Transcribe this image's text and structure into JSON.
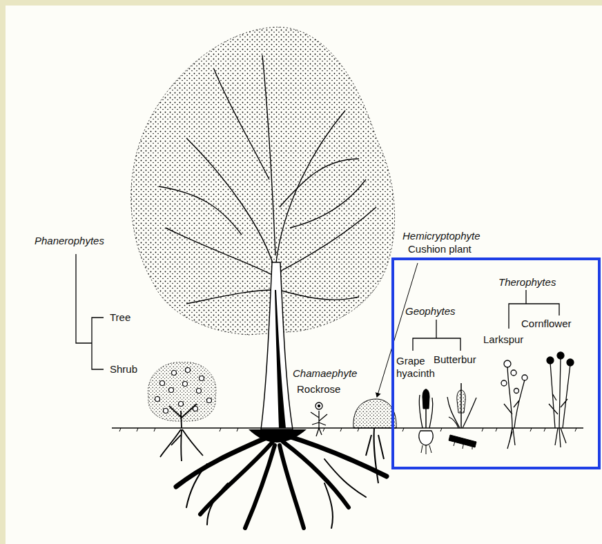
{
  "diagram": {
    "nodes": [
      {
        "text": [
          "Therophytes",
          "Geophytes",
          "Cornflower",
          "Larkspur",
          "Grape hyacinth",
          "Butterbur"
        ]
      }
    ],
    "labels": [
      "Hemicryptophyte",
      "Cushion plant",
      "Phanerophytes",
      "Tree",
      "Shrub",
      "Chamaephyte",
      "Rockrose"
    ]
  }
}
